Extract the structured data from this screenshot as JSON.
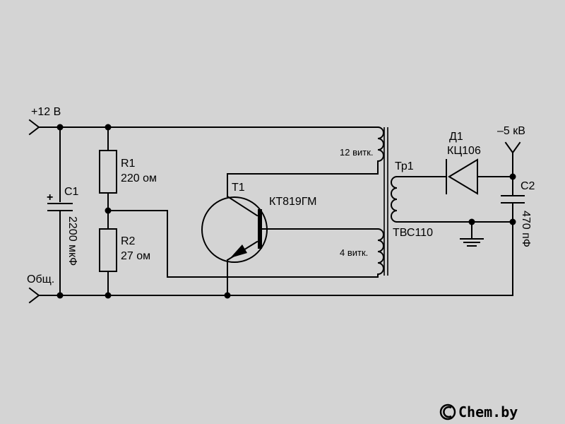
{
  "labels": {
    "supply": "+12 В",
    "common": "Общ.",
    "c1_name": "C1",
    "c1_value": "2200 мкФ",
    "c1_polarity": "+",
    "r1_name": "R1",
    "r1_value": "220 ом",
    "r2_name": "R2",
    "r2_value": "27 ом",
    "t1_name": "T1",
    "t1_type": "КТ819ГМ",
    "winding_primary": "12 витк.",
    "winding_feedback": "4 витк.",
    "tr1_name": "Тр1",
    "tr1_type": "ТВС110",
    "d1_name": "Д1",
    "d1_type": "КЦ106",
    "output": "–5 кВ",
    "c2_name": "C2",
    "c2_value": "470 пФ"
  },
  "watermark": {
    "icon": "chem-logo-icon",
    "text": "Chem.by"
  },
  "colors": {
    "background": "#d4d4d4",
    "ink": "#000000"
  }
}
